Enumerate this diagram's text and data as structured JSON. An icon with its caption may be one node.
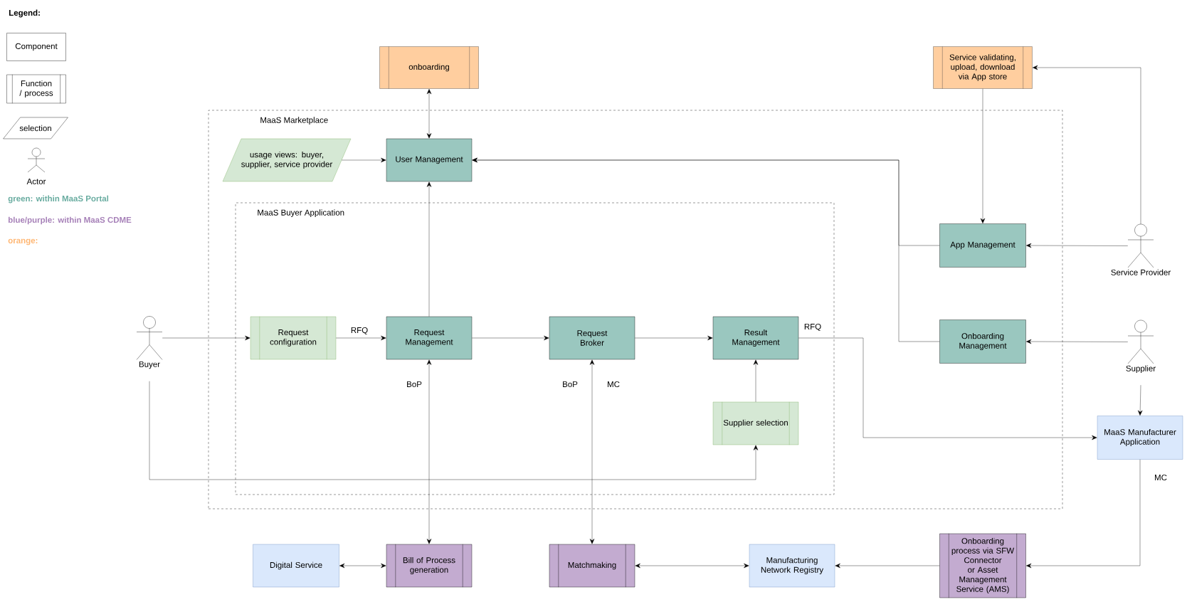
{
  "diagram": {
    "nodes": [
      {
        "text": [
          "onboarding"
        ]
      },
      {
        "text": [
          "Service validating, upload, download via App store"
        ]
      },
      {
        "text": [
          "MaaS Marketplace"
        ]
      },
      {
        "text": [
          "usage views: buyer, supplier, service provider"
        ],
        "in": 2
      },
      {
        "text": [
          "User Management"
        ],
        "in": 2
      },
      {
        "text": [
          "App Management"
        ],
        "in": 2
      },
      {
        "text": [
          "Service Provider"
        ]
      },
      {
        "text": [
          "MaaS Buyer Application"
        ],
        "in": 2
      },
      {
        "text": [
          "Buyer"
        ]
      },
      {
        "text": [
          "Request configuration"
        ],
        "in": 7
      },
      {
        "text": [
          "Request Management"
        ],
        "in": 7
      },
      {
        "text": [
          "Request Broker"
        ],
        "in": 7
      },
      {
        "text": [
          "Result Management"
        ],
        "in": 7
      },
      {
        "text": [
          "Onboarding Management"
        ],
        "in": 2
      },
      {
        "text": [
          "Supplier"
        ]
      },
      {
        "text": [
          "Supplier selection"
        ],
        "in": 7
      },
      {
        "text": [
          "MaaS Manufacturer Application"
        ]
      },
      {
        "text": [
          "Digital Service"
        ]
      },
      {
        "text": [
          "Bill of Process generation"
        ]
      },
      {
        "text": [
          "Matchmaking"
        ]
      },
      {
        "text": [
          "Manufacturing Network Registry"
        ]
      },
      {
        "text": [
          "Onboarding process via SFW Connector or Asset Management Service (AMS)"
        ]
      }
    ],
    "edges": [
      {
        "from": 4,
        "to": 0,
        "arrow": "both"
      },
      {
        "from": 3,
        "to": 4,
        "arrow": "to"
      },
      {
        "from": 5,
        "to": 4,
        "arrow": "to"
      },
      {
        "from": 13,
        "to": 4,
        "arrow": "to"
      },
      {
        "from": 1,
        "to": 5,
        "arrow": "to"
      },
      {
        "from": 6,
        "to": 5,
        "arrow": "to"
      },
      {
        "from": 6,
        "to": 1,
        "arrow": "to"
      },
      {
        "from": 8,
        "to": 9,
        "arrow": "to"
      },
      {
        "from": 9,
        "to": 10,
        "arrow": "to",
        "label": "RFQ"
      },
      {
        "from": 10,
        "to": 4,
        "arrow": "to"
      },
      {
        "from": 10,
        "to": 11,
        "arrow": "to"
      },
      {
        "from": 11,
        "to": 12,
        "arrow": "to"
      },
      {
        "from": 12,
        "to": 16,
        "arrow": "to",
        "label": "RFQ"
      },
      {
        "from": 15,
        "to": 12,
        "arrow": "to"
      },
      {
        "from": 8,
        "to": 15,
        "arrow": "to"
      },
      {
        "from": 14,
        "to": 13,
        "arrow": "to"
      },
      {
        "from": 14,
        "to": 16,
        "arrow": "to"
      },
      {
        "from": 10,
        "to": 18,
        "arrow": "both",
        "label": "BoP"
      },
      {
        "from": 11,
        "to": 19,
        "arrow": "both",
        "label": "BoP"
      },
      {
        "from": 17,
        "to": 18,
        "arrow": "both"
      },
      {
        "from": 19,
        "to": 20,
        "arrow": "both"
      },
      {
        "from": 16,
        "to": 21,
        "arrow": "to",
        "label": "MC"
      },
      {
        "from": 21,
        "to": 20,
        "arrow": "to"
      }
    ],
    "labels": [
      "Legend:",
      "MC"
    ],
    "legend": [
      {
        "text": "Component"
      },
      {
        "text": "Function / process"
      },
      {
        "text": "selection"
      },
      {
        "text": "Actor"
      },
      {
        "text": "green: within MaaS Portal",
        "color": "#67ab9f"
      },
      {
        "text": "blue/purple: within MaaS CDME",
        "color": "#a680b8"
      },
      {
        "text": "orange:",
        "color": "#ffb570"
      }
    ]
  }
}
